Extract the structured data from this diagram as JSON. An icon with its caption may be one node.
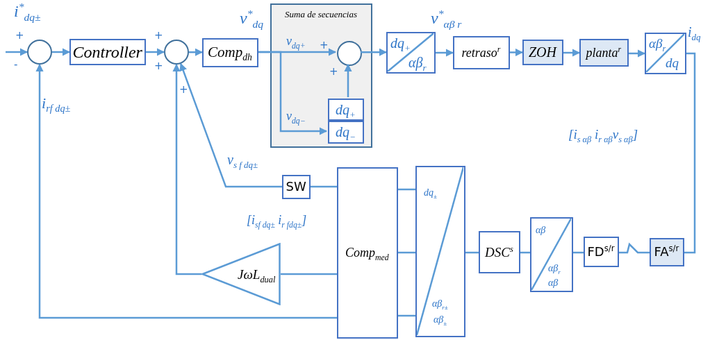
{
  "diagram": {
    "nodes": [
      {
        "text": [],
        "shape": "circle"
      },
      {
        "text": [
          "Controller"
        ]
      },
      {
        "text": [],
        "shape": "circle"
      },
      {
        "text": [
          "Comp$_{dh}$"
        ]
      },
      {
        "text": [
          "Suma de secuencias"
        ]
      },
      {
        "text": [],
        "shape": "circle",
        "in": 4
      },
      {
        "text": [
          "dq$_{+}$"
        ],
        "in": 4
      },
      {
        "text": [
          "dq$_{−}$"
        ],
        "in": 4
      },
      {
        "text": [
          "dq$_{+}$",
          "αβ$_{r}$"
        ]
      },
      {
        "text": [
          "retraso$^{r}$"
        ]
      },
      {
        "text": [
          "ZOH"
        ]
      },
      {
        "text": [
          "planta$^{r}$"
        ]
      },
      {
        "text": [
          "αβ$_{r}$",
          "dq"
        ]
      },
      {
        "text": [
          "SW"
        ]
      },
      {
        "text": [
          "Comp$_{med}$"
        ]
      },
      {
        "text": [
          "JωL$_{dual}$"
        ]
      },
      {
        "text": [
          "dq$_{±}$",
          "αβ$_{r±}$",
          "αβ$_{±}$"
        ]
      },
      {
        "text": [
          "DSC$^{s}$"
        ]
      },
      {
        "text": [
          "αβ",
          "αβ$_{r}$",
          "αβ"
        ]
      },
      {
        "text": [
          "FD$^{s/r}$"
        ]
      },
      {
        "text": [
          "FA$^{s/r}$"
        ]
      }
    ],
    "edges": [
      {
        "from": null,
        "to": 0,
        "arrow": "to"
      },
      {
        "from": 0,
        "to": 1,
        "arrow": "to"
      },
      {
        "from": 1,
        "to": 2,
        "arrow": "to"
      },
      {
        "from": 2,
        "to": 3,
        "arrow": "to"
      },
      {
        "from": 3,
        "to": 5,
        "arrow": "to"
      },
      {
        "from": 3,
        "to": 7,
        "arrow": "to"
      },
      {
        "from": 6,
        "to": 5,
        "arrow": "to"
      },
      {
        "from": 5,
        "to": 8,
        "arrow": "to"
      },
      {
        "from": 8,
        "to": 9,
        "arrow": "to"
      },
      {
        "from": 9,
        "to": 10,
        "arrow": "to"
      },
      {
        "from": 10,
        "to": 11,
        "arrow": "to"
      },
      {
        "from": 11,
        "to": 12,
        "arrow": "to"
      },
      {
        "from": 12,
        "to": 20,
        "arrow": "none"
      },
      {
        "from": 20,
        "to": 19,
        "arrow": "none"
      },
      {
        "from": 19,
        "to": 18,
        "arrow": "none"
      },
      {
        "from": 18,
        "to": 17,
        "arrow": "none"
      },
      {
        "from": 17,
        "to": 16,
        "arrow": "none"
      },
      {
        "from": 16,
        "to": 14,
        "arrow": "none"
      },
      {
        "from": 16,
        "to": 14,
        "arrow": "none"
      },
      {
        "from": 16,
        "to": 14,
        "arrow": "none"
      },
      {
        "from": 14,
        "to": 13,
        "arrow": "none"
      },
      {
        "from": 13,
        "to": 2,
        "arrow": "to"
      },
      {
        "from": 14,
        "to": 15,
        "arrow": "none"
      },
      {
        "from": 15,
        "to": 2,
        "arrow": "to"
      },
      {
        "from": 14,
        "to": 0,
        "arrow": "to"
      }
    ],
    "labels": [
      "i$^{*}$$_{dq±}$",
      "v$^{*}$$_{dq}$",
      "v$^{*}$$_{αβ r}$",
      "i$_{dq}$",
      "+",
      "+",
      "v$_{dq+}$",
      "+",
      "-",
      "+",
      "+",
      "+",
      "i$_{rf dq±}$",
      "v$_{dq−}$",
      "[i$_{s αβ}$ i$_{r αβ}$v$_{s αβ}$]",
      "v$_{s f dq±}$",
      "[i$_{sf dq±}$ i$_{r fdq±}$]"
    ]
  }
}
